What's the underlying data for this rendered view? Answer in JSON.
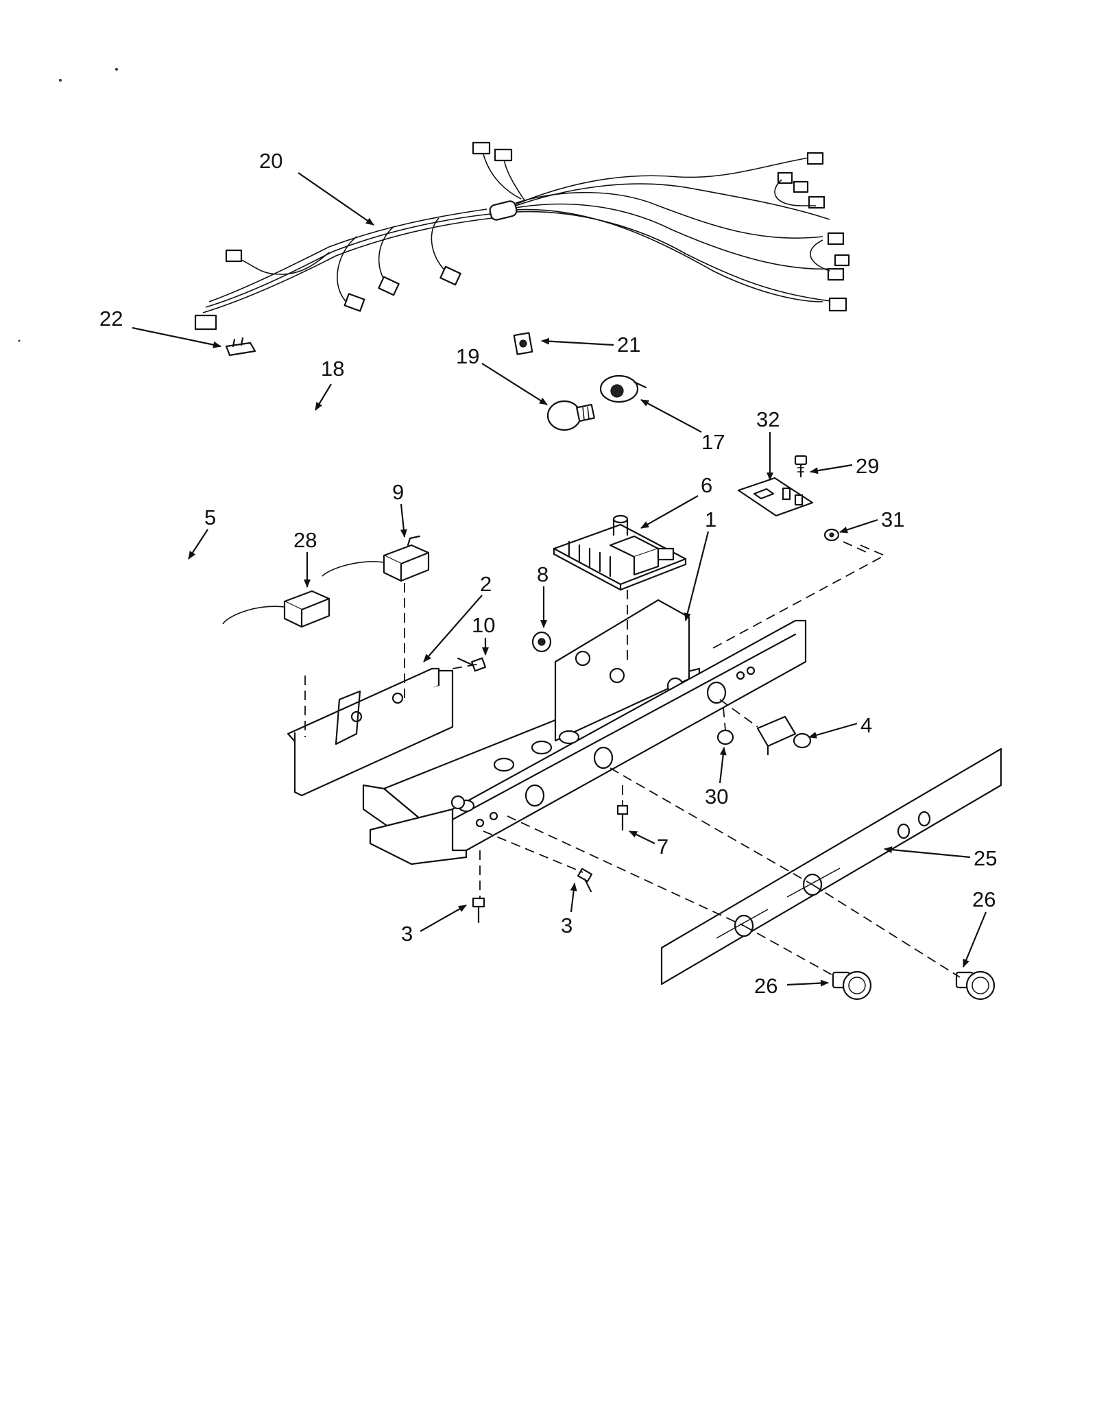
{
  "diagram": {
    "callouts": [
      {
        "id": "c20",
        "text": "20"
      },
      {
        "id": "c22",
        "text": "22"
      },
      {
        "id": "c21",
        "text": "21"
      },
      {
        "id": "c18",
        "text": "18"
      },
      {
        "id": "c19",
        "text": "19"
      },
      {
        "id": "c17",
        "text": "17"
      },
      {
        "id": "c32",
        "text": "32"
      },
      {
        "id": "c29",
        "text": "29"
      },
      {
        "id": "c6",
        "text": "6"
      },
      {
        "id": "c9",
        "text": "9"
      },
      {
        "id": "c5",
        "text": "5"
      },
      {
        "id": "c28",
        "text": "28"
      },
      {
        "id": "c1",
        "text": "1"
      },
      {
        "id": "c31",
        "text": "31"
      },
      {
        "id": "c2",
        "text": "2"
      },
      {
        "id": "c8",
        "text": "8"
      },
      {
        "id": "c10",
        "text": "10"
      },
      {
        "id": "c4",
        "text": "4"
      },
      {
        "id": "c30",
        "text": "30"
      },
      {
        "id": "c7",
        "text": "7"
      },
      {
        "id": "c25",
        "text": "25"
      },
      {
        "id": "c26a",
        "text": "26"
      },
      {
        "id": "c3a",
        "text": "3"
      },
      {
        "id": "c3b",
        "text": "3"
      },
      {
        "id": "c26b",
        "text": "26"
      }
    ]
  }
}
